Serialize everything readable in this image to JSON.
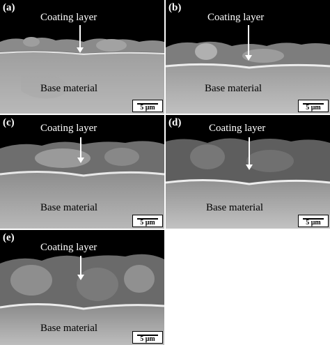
{
  "panels": [
    {
      "id": "a",
      "label": "(a)",
      "coating_label": "Coating layer",
      "base_label": "Base material",
      "scale_label": "5 μm"
    },
    {
      "id": "b",
      "label": "(b)",
      "coating_label": "Coating layer",
      "base_label": "Base material",
      "scale_label": "5 μm"
    },
    {
      "id": "c",
      "label": "(c)",
      "coating_label": "Coating layer",
      "base_label": "Base material",
      "scale_label": "5 μm"
    },
    {
      "id": "d",
      "label": "(d)",
      "coating_label": "Coating layer",
      "base_label": "Base material",
      "scale_label": "5 μm"
    },
    {
      "id": "e",
      "label": "(e)",
      "coating_label": "Coating layer",
      "base_label": "Base material",
      "scale_label": "5 μm"
    }
  ]
}
